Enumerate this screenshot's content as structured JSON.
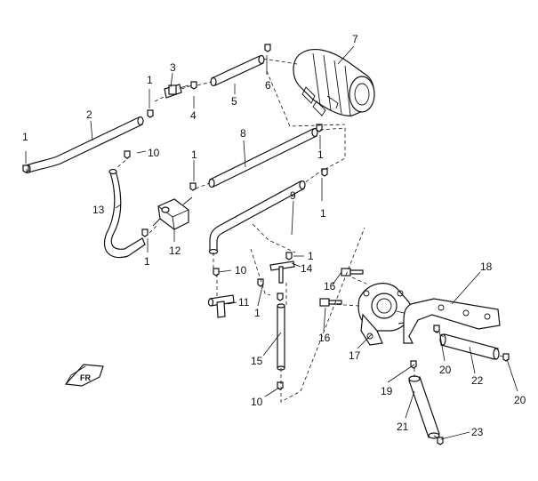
{
  "diagram": {
    "callouts": {
      "c1a": "1",
      "c1b": "1",
      "c1c": "1",
      "c1d": "1",
      "c1e": "1",
      "c1f": "1",
      "c1g": "1",
      "c1h": "1",
      "c2": "2",
      "c3": "3",
      "c4": "4",
      "c5": "5",
      "c6": "6",
      "c7": "7",
      "c8": "8",
      "c9": "9",
      "c10a": "10",
      "c10b": "10",
      "c10c": "10",
      "c11": "11",
      "c12": "12",
      "c13": "13",
      "c14": "14",
      "c15": "15",
      "c16a": "16",
      "c16b": "16",
      "c17": "17",
      "c18": "18",
      "c19": "19",
      "c20a": "20",
      "c20b": "20",
      "c21": "21",
      "c22": "22",
      "c23": "23"
    },
    "direction_badge": "FR"
  }
}
